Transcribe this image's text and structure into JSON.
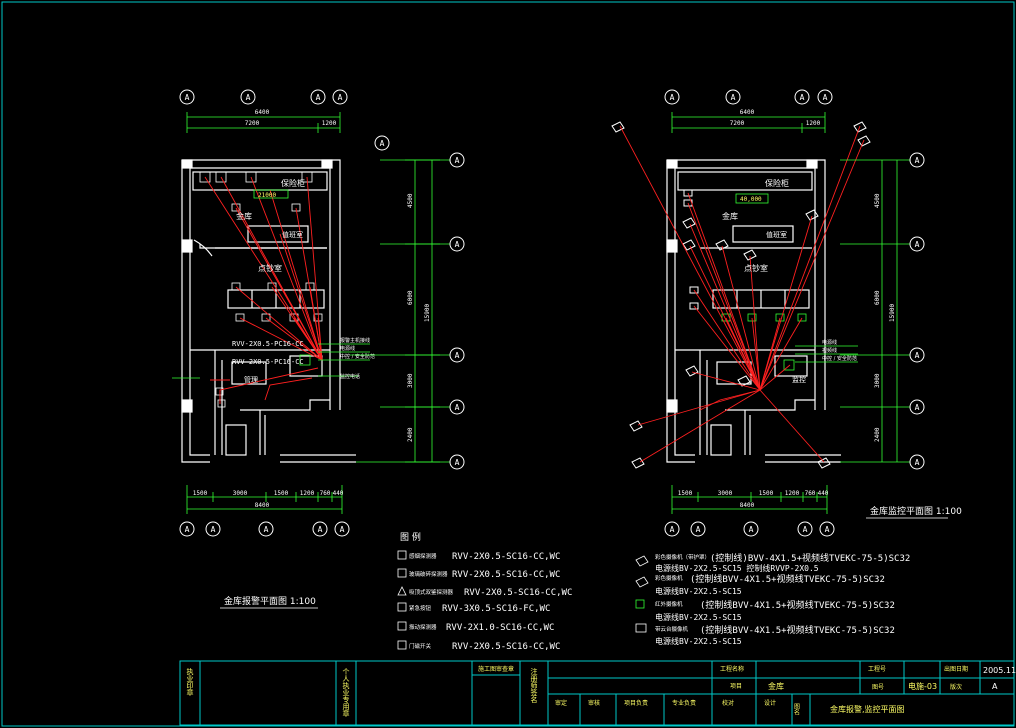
{
  "colors": {
    "background": "#000000",
    "frame": "#00c8c8",
    "wall": "#ffffff",
    "wire": "#ff2020",
    "dim": "#33ff33",
    "text_yellow": "#ffff66",
    "text_green": "#33ff33",
    "axis_bubble": "#ffffff"
  },
  "axis_label": "A",
  "left_plan": {
    "title": "金库报警平面图 1:100",
    "top_dims": [
      "6400",
      "7200",
      "1200"
    ],
    "bottom_dims": [
      "1500",
      "3000",
      "1500",
      "1200",
      "760",
      "440"
    ],
    "bottom_total": "8400",
    "side_dims": [
      "4500",
      "6000",
      "3000",
      "2400"
    ],
    "side_total": "15900",
    "rooms": {
      "vault": "保险柜",
      "vault_room": "金库",
      "counting": "点钞室",
      "duty": "值班室",
      "keeper": "管理"
    },
    "wire_labels": [
      "RVV-2X0.5-PC16-CC",
      "RVV-2X0.5-PC16-CC"
    ],
    "note": "21000",
    "side_notes": [
      "报警主机接线",
      "电源线",
      "中控 / 安全防范",
      "监控电话"
    ]
  },
  "right_plan": {
    "title": "金库监控平面图 1:100",
    "top_dims": [
      "6400",
      "7200",
      "1200"
    ],
    "bottom_dims": [
      "1500",
      "3000",
      "1500",
      "1200",
      "760",
      "440"
    ],
    "bottom_total": "8400",
    "side_dims": [
      "4500",
      "6000",
      "3000",
      "2400"
    ],
    "side_total": "15900",
    "rooms": {
      "vault": "保险柜",
      "vault_room": "金库",
      "counting": "点钞室",
      "duty": "值班室",
      "keeper": "监控"
    },
    "note": "40,000",
    "side_notes": [
      "电源线",
      "视频线",
      "中控 / 安全防范"
    ]
  },
  "legend": {
    "title": "图 例",
    "items": [
      {
        "icon": "smoke-detector-icon",
        "name": "感烟探测器",
        "spec": "RVV-2X0.5-SC16-CC,WC"
      },
      {
        "icon": "glass-break-icon",
        "name": "玻璃破碎探测器",
        "spec": "RVV-2X0.5-SC16-CC,WC"
      },
      {
        "icon": "dual-tech-icon",
        "name": "吸顶式双鉴探测器",
        "spec": "RVV-2X0.5-SC16-CC,WC"
      },
      {
        "icon": "emergency-button-icon",
        "name": "紧急按钮",
        "spec": "RVV-3X0.5-SC16-FC,WC"
      },
      {
        "icon": "vibration-sensor-icon",
        "name": "振动探测器",
        "spec": "RVV-2X1.0-SC16-CC,WC"
      },
      {
        "icon": "door-contact-icon",
        "name": "门磁开关",
        "spec": "RVV-2X0.5-SC16-CC,WC"
      }
    ]
  },
  "camera_legend": [
    {
      "icon": "fixed-camera-icon",
      "name": "彩色摄像机（带护罩）",
      "spec1": "(控制线)BVV-4X1.5+视频线TVEKC-75-5)SC32",
      "spec2": "电源线BV-2X2.5-SC15 控制线RVVP-2X0.5"
    },
    {
      "icon": "dome-camera-icon",
      "name": "彩色摄像机",
      "spec1": "(控制线BVV-4X1.5+视频线TVEKC-75-5)SC32",
      "spec2": "电源线BV-2X2.5-SC15"
    },
    {
      "icon": "ptz-camera-icon",
      "name": "红外摄像机",
      "spec1": "(控制线BVV-4X1.5+视频线TVEKC-75-5)SC32",
      "spec2": "电源线BV-2X2.5-SC15"
    },
    {
      "icon": "monitor-icon",
      "name": "带云台摄像机",
      "spec1": "(控制线BVV-4X1.5+视频线TVEKC-75-5)SC32",
      "spec2": "电源线BV-2X2.5-SC15"
    }
  ],
  "title_block": {
    "vert_1": "执业印章",
    "vert_2": "个人执业专用章",
    "approval": "施工图审查章",
    "vert_3": "注册师签名",
    "project_label": "工程名称",
    "project_no_label": "工程号",
    "date_label": "出图日期",
    "date_value": "2005.11",
    "item_label": "项目",
    "item_value": "金库",
    "drawing_no_label": "图号",
    "drawing_no_value": "电施-03",
    "version_label": "版次",
    "version_value": "A",
    "drawing_name_label": "图名",
    "drawing_name_value": "金库报警,监控平面图",
    "sign_labels": [
      "审定",
      "审核",
      "项目负责",
      "专业负责",
      "校对",
      "设计"
    ]
  }
}
